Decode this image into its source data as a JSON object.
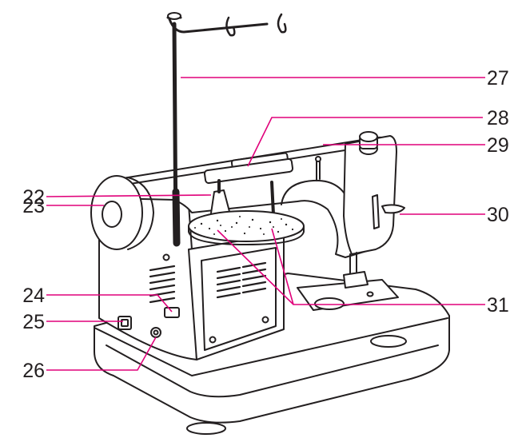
{
  "callouts": {
    "n22": "22",
    "n23": "23",
    "n24": "24",
    "n25": "25",
    "n26": "26",
    "n27": "27",
    "n28": "28",
    "n29": "29",
    "n30": "30",
    "n31": "31"
  },
  "colors": {
    "leader_line": "#e0007a",
    "outline": "#231f20",
    "background": "#ffffff"
  }
}
